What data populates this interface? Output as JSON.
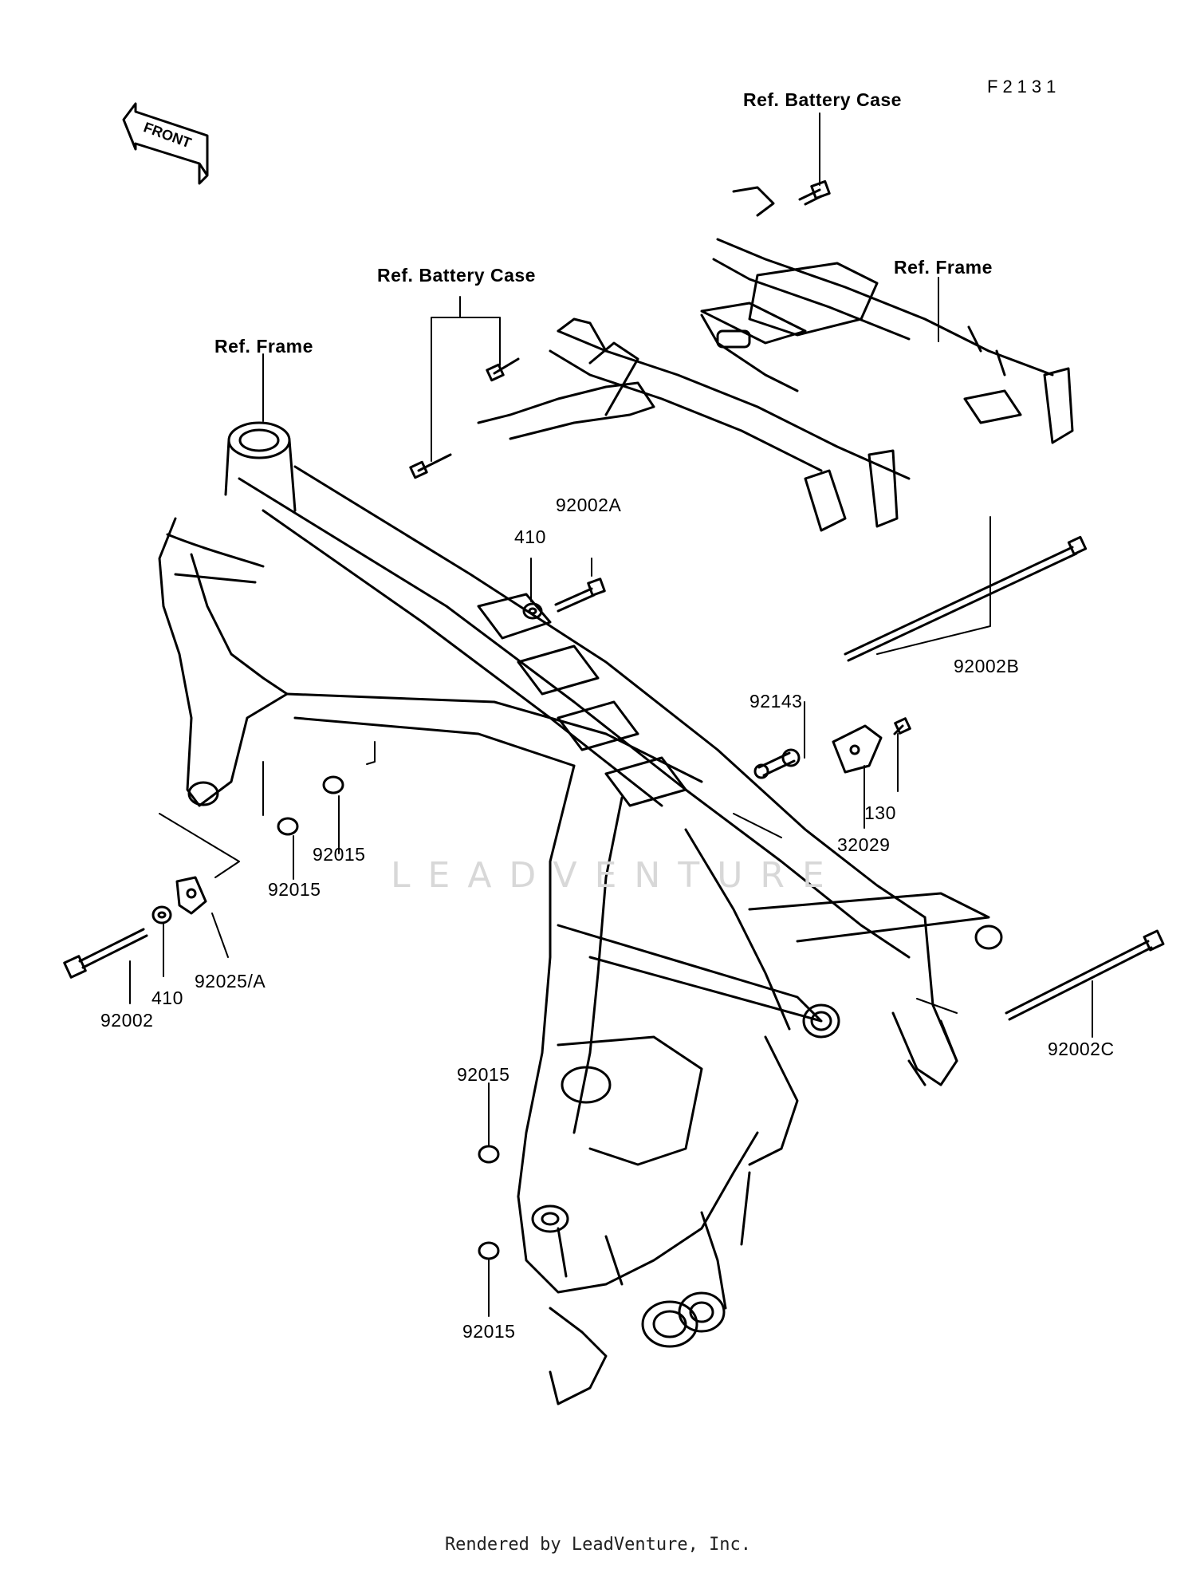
{
  "diagram_code": "F2131",
  "front_arrow_text": "FRONT",
  "watermark": "LEADVENTURE",
  "footer": "Rendered by LeadVenture, Inc.",
  "labels": {
    "ref_battery_case_top": "Ref. Battery Case",
    "ref_battery_case_mid": "Ref. Battery Case",
    "ref_frame_right": "Ref. Frame",
    "ref_frame_left": "Ref. Frame",
    "p92002A": "92002A",
    "p410_top": "410",
    "p92002B": "92002B",
    "p92143": "92143",
    "p130": "130",
    "p32029": "32029",
    "p92015_a": "92015",
    "p92015_b": "92015",
    "p92025A": "92025/A",
    "p410_bottom": "410",
    "p92002": "92002",
    "p92002C": "92002C",
    "p92015_c": "92015",
    "p92015_d": "92015"
  }
}
